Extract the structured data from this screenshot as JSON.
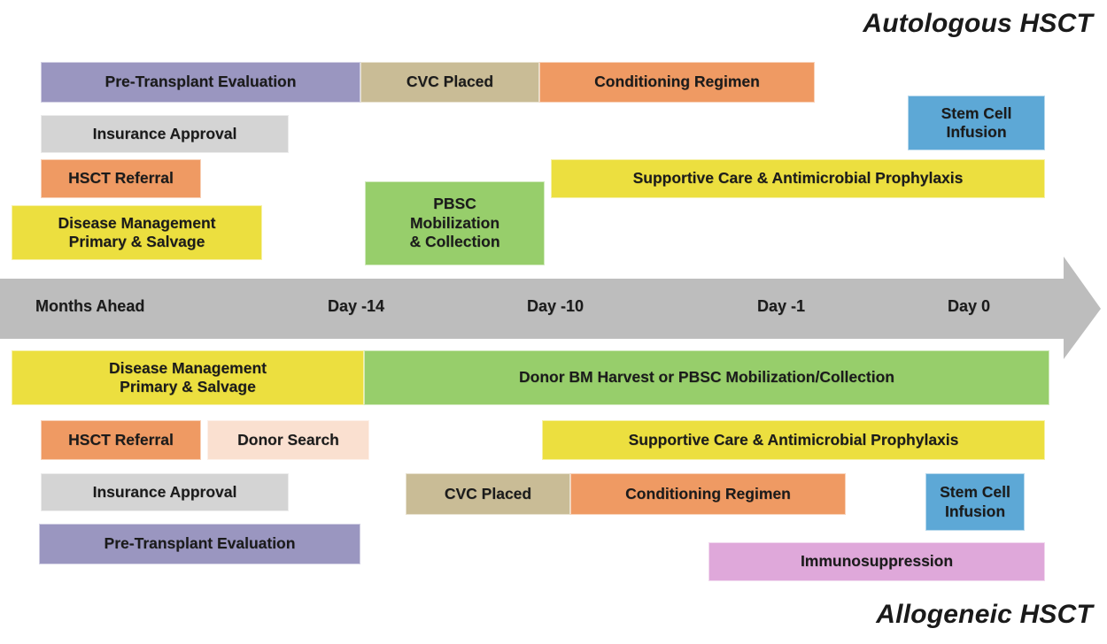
{
  "titles": {
    "top": "Autologous HSCT",
    "bottom": "Allogeneic HSCT"
  },
  "colors": {
    "purple": "#9a96c0",
    "gray": "#d4d4d4",
    "orange": "#ef9a63",
    "yellow": "#ecdf3f",
    "tan": "#c9bc96",
    "blue": "#5da8d6",
    "green": "#97ce6b",
    "peach": "#fae0d0",
    "pink": "#dfa8da",
    "arrow": "#bdbdbd"
  },
  "timeline": {
    "ticks": [
      {
        "label": "Months Ahead"
      },
      {
        "label": "Day -14"
      },
      {
        "label": "Day -10"
      },
      {
        "label": "Day -1"
      },
      {
        "label": "Day 0"
      }
    ]
  },
  "autologous": {
    "bars": [
      {
        "label": "Pre-Transplant Evaluation",
        "color": "purple"
      },
      {
        "label": "CVC Placed",
        "color": "tan"
      },
      {
        "label": "Conditioning Regimen",
        "color": "orange"
      },
      {
        "label": "Stem Cell\nInfusion",
        "line1": "Stem Cell",
        "line2": "Infusion",
        "color": "blue"
      },
      {
        "label": "Insurance Approval",
        "color": "gray"
      },
      {
        "label": "HSCT Referral",
        "color": "orange"
      },
      {
        "label": "Supportive Care & Antimicrobial Prophylaxis",
        "color": "yellow"
      },
      {
        "line1": "Disease Management",
        "line2": "Primary & Salvage",
        "color": "yellow"
      },
      {
        "line1": "PBSC",
        "line2": "Mobilization",
        "line3": "& Collection",
        "color": "green"
      }
    ]
  },
  "allogeneic": {
    "bars": [
      {
        "line1": "Disease Management",
        "line2": "Primary & Salvage",
        "color": "yellow"
      },
      {
        "label": "Donor BM Harvest or PBSC Mobilization/Collection",
        "color": "green"
      },
      {
        "label": "HSCT Referral",
        "color": "orange"
      },
      {
        "label": "Donor Search",
        "color": "peach"
      },
      {
        "label": "Supportive Care & Antimicrobial Prophylaxis",
        "color": "yellow"
      },
      {
        "label": "Insurance Approval",
        "color": "gray"
      },
      {
        "label": "CVC Placed",
        "color": "tan"
      },
      {
        "label": "Conditioning Regimen",
        "color": "orange"
      },
      {
        "line1": "Stem Cell",
        "line2": "Infusion",
        "color": "blue"
      },
      {
        "label": "Pre-Transplant Evaluation",
        "color": "purple"
      },
      {
        "label": "Immunosuppression",
        "color": "pink"
      }
    ]
  }
}
